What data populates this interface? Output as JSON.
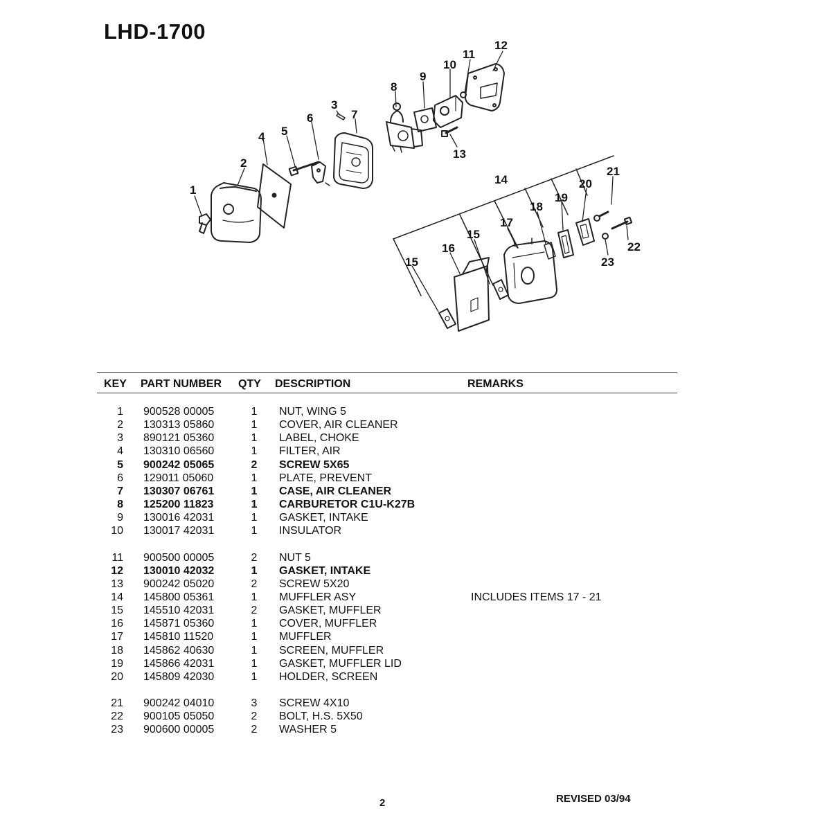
{
  "document": {
    "model": "LHD-1700",
    "page_number": "2",
    "revision": "REVISED 03/94"
  },
  "diagram": {
    "callouts": [
      "1",
      "2",
      "3",
      "4",
      "5",
      "6",
      "7",
      "8",
      "9",
      "10",
      "11",
      "12",
      "13",
      "14",
      "15",
      "15",
      "16",
      "17",
      "18",
      "19",
      "20",
      "21",
      "22",
      "23"
    ]
  },
  "table": {
    "headers": {
      "key": "KEY",
      "part_number": "PART NUMBER",
      "qty": "QTY",
      "description": "DESCRIPTION",
      "remarks": "REMARKS"
    },
    "rows": [
      {
        "key": "1",
        "part": "900528 00005",
        "qty": "1",
        "desc": "NUT, WING 5",
        "remarks": "",
        "bold": false
      },
      {
        "key": "2",
        "part": "130313 05860",
        "qty": "1",
        "desc": "COVER, AIR CLEANER",
        "remarks": "",
        "bold": false
      },
      {
        "key": "3",
        "part": "890121 05360",
        "qty": "1",
        "desc": "LABEL, CHOKE",
        "remarks": "",
        "bold": false
      },
      {
        "key": "4",
        "part": "130310 06560",
        "qty": "1",
        "desc": "FILTER, AIR",
        "remarks": "",
        "bold": false
      },
      {
        "key": "5",
        "part": "900242 05065",
        "qty": "2",
        "desc": "SCREW 5X65",
        "remarks": "",
        "bold": true
      },
      {
        "key": "6",
        "part": "129011 05060",
        "qty": "1",
        "desc": "PLATE, PREVENT",
        "remarks": "",
        "bold": false
      },
      {
        "key": "7",
        "part": "130307 06761",
        "qty": "1",
        "desc": "CASE, AIR CLEANER",
        "remarks": "",
        "bold": true
      },
      {
        "key": "8",
        "part": "125200 11823",
        "qty": "1",
        "desc": "CARBURETOR C1U-K27B",
        "remarks": "",
        "bold": true
      },
      {
        "key": "9",
        "part": "130016 42031",
        "qty": "1",
        "desc": "GASKET, INTAKE",
        "remarks": "",
        "bold": false
      },
      {
        "key": "10",
        "part": "130017 42031",
        "qty": "1",
        "desc": "INSULATOR",
        "remarks": "",
        "bold": false
      },
      {
        "key": "11",
        "part": "900500 00005",
        "qty": "2",
        "desc": "NUT 5",
        "remarks": "",
        "bold": false
      },
      {
        "key": "12",
        "part": "130010 42032",
        "qty": "1",
        "desc": "GASKET, INTAKE",
        "remarks": "",
        "bold": true
      },
      {
        "key": "13",
        "part": "900242 05020",
        "qty": "2",
        "desc": "SCREW 5X20",
        "remarks": "",
        "bold": false
      },
      {
        "key": "14",
        "part": "145800 05361",
        "qty": "1",
        "desc": "MUFFLER ASY",
        "remarks": "INCLUDES ITEMS 17 - 21",
        "bold": false
      },
      {
        "key": "15",
        "part": "145510 42031",
        "qty": "2",
        "desc": "GASKET, MUFFLER",
        "remarks": "",
        "bold": false
      },
      {
        "key": "16",
        "part": "145871 05360",
        "qty": "1",
        "desc": "COVER, MUFFLER",
        "remarks": "",
        "bold": false
      },
      {
        "key": "17",
        "part": "145810 11520",
        "qty": "1",
        "desc": "MUFFLER",
        "remarks": "",
        "bold": false
      },
      {
        "key": "18",
        "part": "145862 40630",
        "qty": "1",
        "desc": "SCREEN, MUFFLER",
        "remarks": "",
        "bold": false
      },
      {
        "key": "19",
        "part": "145866 42031",
        "qty": "1",
        "desc": "GASKET, MUFFLER LID",
        "remarks": "",
        "bold": false
      },
      {
        "key": "20",
        "part": "145809 42030",
        "qty": "1",
        "desc": "HOLDER, SCREEN",
        "remarks": "",
        "bold": false
      },
      {
        "key": "21",
        "part": "900242 04010",
        "qty": "3",
        "desc": "SCREW 4X10",
        "remarks": "",
        "bold": false
      },
      {
        "key": "22",
        "part": "900105 05050",
        "qty": "2",
        "desc": "BOLT, H.S. 5X50",
        "remarks": "",
        "bold": false
      },
      {
        "key": "23",
        "part": "900600 00005",
        "qty": "2",
        "desc": "WASHER 5",
        "remarks": "",
        "bold": false
      }
    ]
  }
}
